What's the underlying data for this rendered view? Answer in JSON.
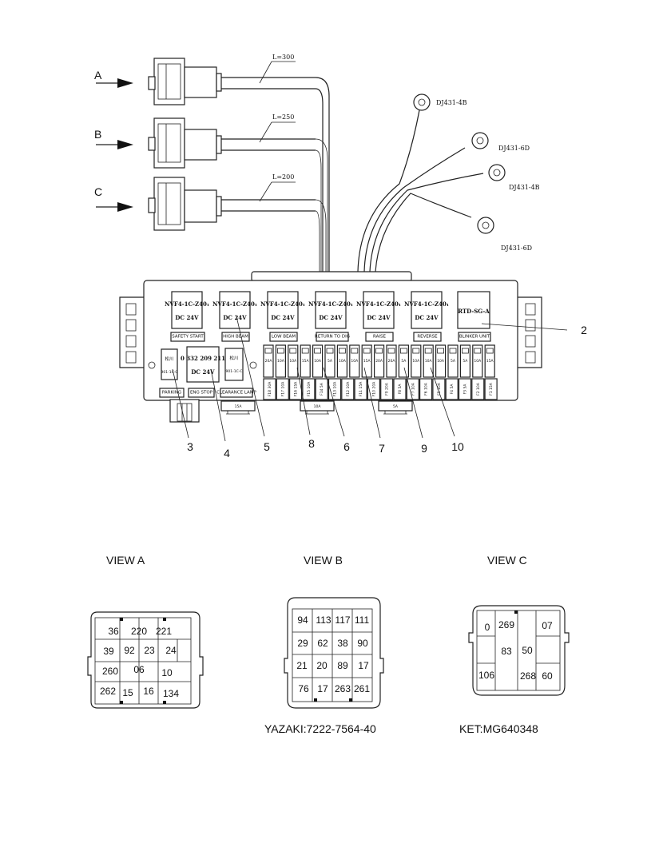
{
  "arrows": [
    {
      "letter": "A",
      "length": "L=300"
    },
    {
      "letter": "B",
      "length": "L=250"
    },
    {
      "letter": "C",
      "length": "L=200"
    }
  ],
  "ring_terminals": [
    "DJ431-4B",
    "DJ431-6D",
    "DJ431-4B",
    "DJ431-6D"
  ],
  "relays": [
    {
      "model": "NVF4-1C-Z40₁",
      "voltage": "DC 24V",
      "label": "SAFETY START"
    },
    {
      "model": "NVF4-1C-Z40₁",
      "voltage": "DC 24V",
      "label": "HIGH BEAM"
    },
    {
      "model": "NVF4-1C-Z40₁",
      "voltage": "DC 24V",
      "label": "LOW BEAM"
    },
    {
      "model": "NVF4-1C-Z40₁",
      "voltage": "DC 24V",
      "label": "RETURN TO DIG"
    },
    {
      "model": "NVF4-1C-Z40₁",
      "voltage": "DC 24V",
      "label": "RAISE"
    },
    {
      "model": "NVF4-1C-Z40₁",
      "voltage": "DC 24V",
      "label": "REVERSE"
    }
  ],
  "flasher": {
    "model": "RTD-SG-A",
    "label": "BLINKER UNIT"
  },
  "small_relays": [
    {
      "brand": "松川",
      "model": "901-1C-C",
      "label": "PARKING"
    },
    {
      "brand": "松川",
      "model": "901-1C-C",
      "label": "CLEARANCE LAMP"
    }
  ],
  "eng_stop": {
    "model": "0 332 209 211",
    "voltage": "DC 24V",
    "label": "ENG STOP"
  },
  "fuse_ratings": [
    "20A",
    "10A",
    "10A",
    "15A",
    "10A",
    "5A",
    "10A",
    "10A",
    "15A",
    "20A",
    "20A",
    "5A",
    "10A",
    "10A",
    "10A",
    "5A",
    "5A",
    "10A",
    "15A"
  ],
  "fuse_bottom": [
    "F18 30A",
    "F17 10A",
    "F16 15A",
    "F15 10A",
    "F14 5A",
    "F13 10A",
    "F12 10A",
    "F11 15A",
    "F10 20A",
    "F9 20A",
    "F8 5A",
    "F7 10A",
    "F6 10A",
    "F5 10A",
    "F4 5A",
    "F3 5A",
    "F2 10A",
    "F1 15A"
  ],
  "spare_fuses": [
    "15A",
    "10A",
    "5A"
  ],
  "callouts": [
    "2",
    "3",
    "4",
    "5",
    "8",
    "6",
    "7",
    "9",
    "10"
  ],
  "views": [
    {
      "title": "VIEW A",
      "part": "",
      "pins": [
        [
          "36",
          "220",
          "221"
        ],
        [
          "39",
          "92",
          "23",
          "24"
        ],
        [
          "260",
          "06",
          "10"
        ],
        [
          "262",
          "15",
          "16",
          "134"
        ]
      ]
    },
    {
      "title": "VIEW B",
      "part": "YAZAKI:7222-7564-40",
      "pins": [
        [
          "94",
          "113",
          "117",
          "111"
        ],
        [
          "29",
          "62",
          "38",
          "90"
        ],
        [
          "21",
          "20",
          "89",
          "17"
        ],
        [
          "76",
          "17",
          "263",
          "261"
        ]
      ]
    },
    {
      "title": "VIEW C",
      "part": "KET:MG640348",
      "pins": [
        [
          "0",
          "269",
          "07"
        ],
        [
          "83",
          "50"
        ],
        [
          "106",
          "268",
          "60"
        ]
      ]
    }
  ]
}
